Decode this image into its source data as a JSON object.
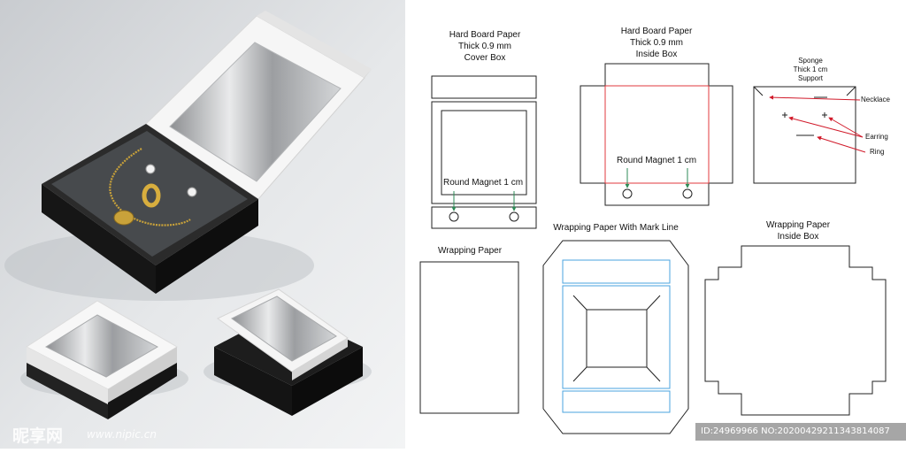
{
  "panels": {
    "cover_box": {
      "title_lines": [
        "Hard Board Paper",
        "Thick 0.9 mm",
        "Cover Box"
      ],
      "magnet_label": "Round Magnet 1 cm"
    },
    "inside_box": {
      "title_lines": [
        "Hard Board Paper",
        "Thick 0.9 mm",
        "Inside Box"
      ],
      "magnet_label": "Round Magnet 1 cm"
    },
    "sponge": {
      "title_lines": [
        "Sponge",
        "Thick 1 cm",
        "Support"
      ],
      "callouts": [
        "Necklace",
        "Earring",
        "Ring"
      ]
    },
    "wrapping_paper": {
      "title": "Wrapping Paper"
    },
    "wrapping_mark_line": {
      "title": "Wrapping Paper With Mark Line"
    },
    "wrapping_inside": {
      "title_lines": [
        "Wrapping Paper",
        "Inside Box"
      ]
    }
  },
  "watermark": {
    "logo_text": "昵享网",
    "site": "www.nipic.cn",
    "id_text": "ID:24969966 NO:20200429211343814087"
  },
  "colors": {
    "cut_line": "#222222",
    "red_mark": "#e0393e",
    "blue_mark": "#4aa3df",
    "magnet_arrow": "#2e8b57",
    "callout_arrow": "#d11a2a",
    "box_black": "#1c1c1c",
    "gold": "#c9a23a"
  }
}
